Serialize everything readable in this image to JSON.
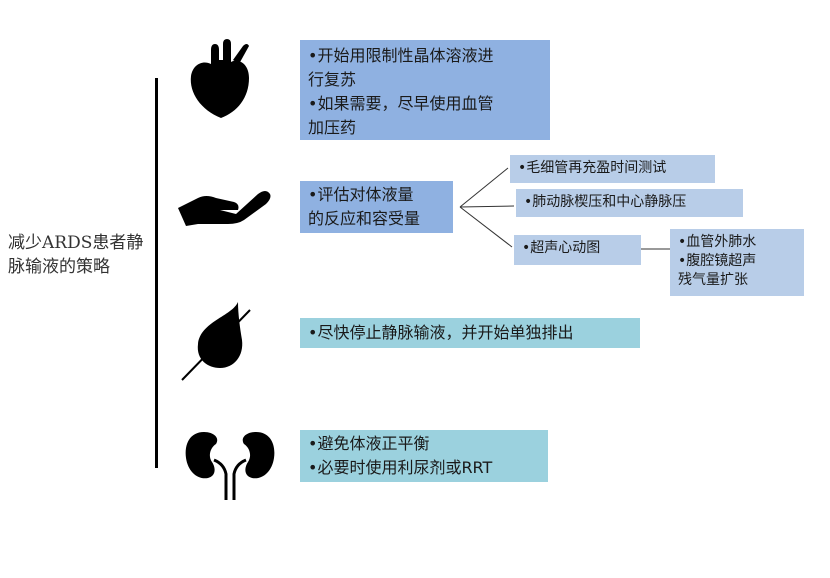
{
  "title": "减少ARDS患者静脉输液的策略",
  "steps": [
    {
      "icon": "heart-icon",
      "lines": [
        "•开始用限制性晶体溶液进",
        "行复苏",
        "•如果需要，尽早使用血管",
        "加压药"
      ]
    },
    {
      "icon": "hand-icon",
      "lines": [
        "•评估对体液量",
        "的反应和容受量"
      ]
    },
    {
      "icon": "drop-crossed-icon",
      "lines": [
        "•尽快停止静脉输液，并开始单独排出"
      ]
    },
    {
      "icon": "kidney-icon",
      "lines": [
        "•避免体液正平衡",
        "•必要时使用利尿剂或RRT"
      ]
    }
  ],
  "assessment_methods": [
    {
      "label": "•毛细管再充盈时间测试"
    },
    {
      "label": "•肺动脉楔压和中心静脉压"
    },
    {
      "label": "•超声心动图",
      "sub": [
        "•血管外肺水",
        "•腹腔镜超声",
        "残气量扩张"
      ]
    }
  ],
  "colors": {
    "blue": "#8fb1e1",
    "light_blue": "#b8cde8",
    "teal": "#9bd1de"
  }
}
